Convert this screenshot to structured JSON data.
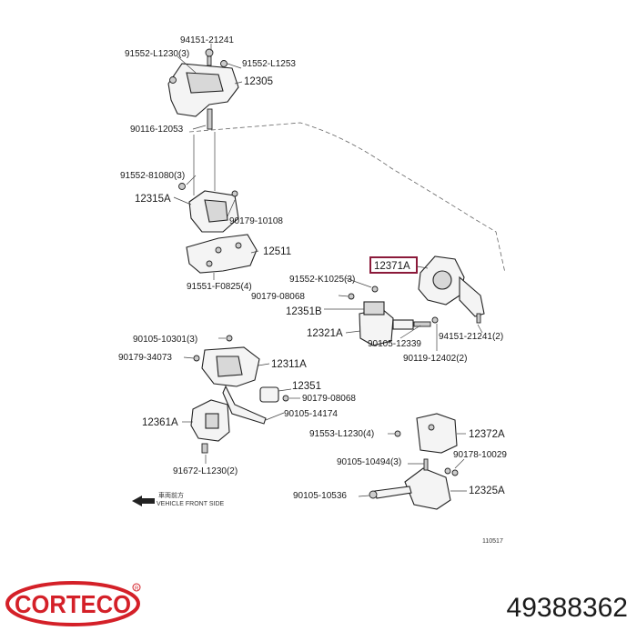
{
  "labels": {
    "l_94151_21241_top": "94151-21241",
    "l_91552_l1230_3": "91552-L1230(3)",
    "l_91552_l1253": "91552-L1253",
    "l_12305": "12305",
    "l_90116_12053": "90116-12053",
    "l_91552_81080_3": "91552-81080(3)",
    "l_12315a": "12315A",
    "l_90179_10108": "90179-10108",
    "l_12511": "12511",
    "l_91551_f0825_4": "91551-F0825(4)",
    "l_12371a": "12371A",
    "l_91552_k1025_3": "91552-K1025(3)",
    "l_90179_08068_a": "90179-08068",
    "l_12351b": "12351B",
    "l_12321a": "12321A",
    "l_90105_12339": "90105-12339",
    "l_94151_21241_2": "94151-21241(2)",
    "l_90119_12402_2": "90119-12402(2)",
    "l_90105_10301_3": "90105-10301(3)",
    "l_90179_34073": "90179-34073",
    "l_12311a": "12311A",
    "l_12351": "12351",
    "l_90179_08068_b": "90179-08068",
    "l_90105_14174": "90105-14174",
    "l_12361a": "12361A",
    "l_91553_l1230_4": "91553-L1230(4)",
    "l_12372a": "12372A",
    "l_90105_10494_3": "90105-10494(3)",
    "l_90178_10029": "90178-10029",
    "l_91672_l1230_2": "91672-L1230(2)",
    "l_90105_10536": "90105-10536",
    "l_12325a": "12325A",
    "front_jp": "車両前方",
    "front_en": "VEHICLE FRONT SIDE",
    "diagram_code": "110517"
  },
  "brand": {
    "logo": "CORTECO",
    "part_number": "49388362"
  },
  "colors": {
    "highlight_box": "#8b1a3a",
    "logo_red": "#d42028"
  }
}
